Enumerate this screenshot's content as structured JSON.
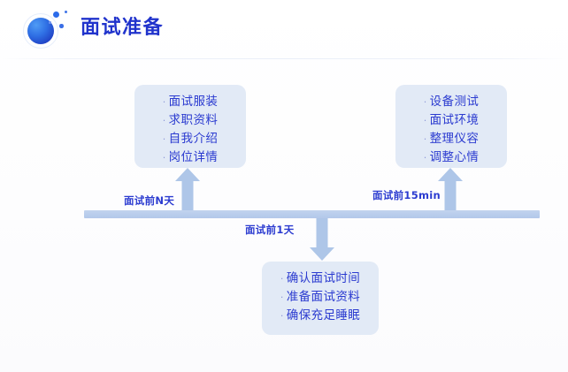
{
  "header": {
    "title": "面试准备",
    "logo_icon": "blue-sphere-logo-icon"
  },
  "colors": {
    "background": "#fcfcfd",
    "title_blue": "#2033cc",
    "box_fill": "#e2eaf6",
    "box_text": "#2b3bd0",
    "timeline_bar": "#b9cdec",
    "arrow": "#aec6e8"
  },
  "diagram": {
    "timeline": {
      "orientation": "horizontal",
      "stages": [
        {
          "id": "stage-n-days",
          "label": "面试前N天",
          "direction": "up",
          "arrow_icon": "arrow-up-icon"
        },
        {
          "id": "stage-1-day",
          "label": "面试前1天",
          "direction": "down",
          "arrow_icon": "arrow-down-icon"
        },
        {
          "id": "stage-15-min",
          "label": "面试前15min",
          "direction": "up",
          "arrow_icon": "arrow-up-icon"
        }
      ]
    },
    "boxes": [
      {
        "id": "box-left",
        "stage": "面试前N天",
        "items": [
          "面试服装",
          "求职资料",
          "自我介绍",
          "岗位详情"
        ]
      },
      {
        "id": "box-right",
        "stage": "面试前15min",
        "items": [
          "设备测试",
          "面试环境",
          "整理仪容",
          "调整心情"
        ]
      },
      {
        "id": "box-bottom",
        "stage": "面试前1天",
        "items": [
          "确认面试时间",
          "准备面试资料",
          "确保充足睡眠"
        ]
      }
    ],
    "bullet_char": "·"
  }
}
